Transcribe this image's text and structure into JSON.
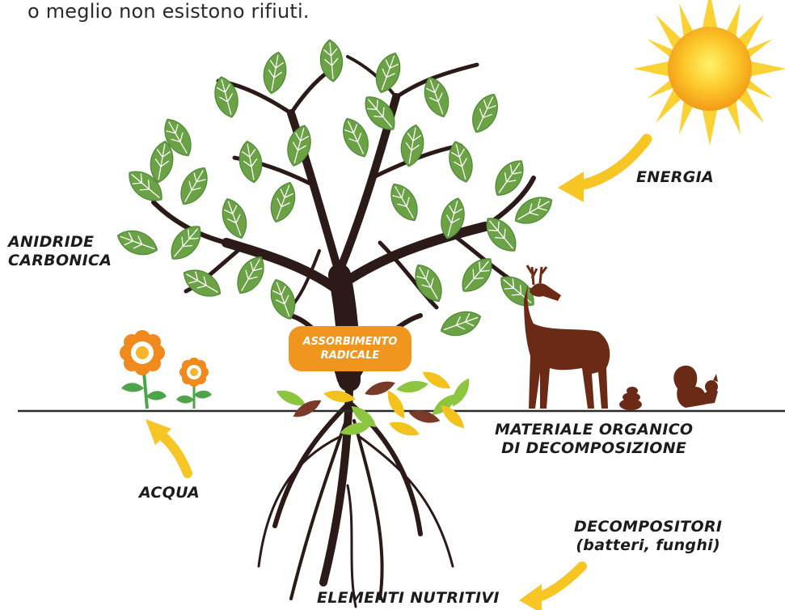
{
  "intro_text": "o meglio non esistono rifiuti.",
  "labels": {
    "energia": "ENERGIA",
    "anidride_line1": "ANIDRIDE",
    "anidride_line2": "CARBONICA",
    "assorbimento_line1": "ASSORBIMENTO",
    "assorbimento_line2": "RADICALE",
    "materiale_line1": "MATERIALE ORGANICO",
    "materiale_line2": "DI DECOMPOSIZIONE",
    "acqua": "ACQUA",
    "decompositori_line1": "DECOMPOSITORI",
    "decompositori_line2": "(batteri, funghi)",
    "elementi": "ELEMENTI NUTRITIVI"
  },
  "colors": {
    "leaf_green": "#6aa245",
    "trunk": "#2b1a17",
    "arrow_yellow": "#f7c624",
    "sun_orange": "#f7a81b",
    "animal_brown": "#6b2a16",
    "flower_orange": "#f08a1c",
    "pill_orange": "#f0961e"
  },
  "icons": [
    "sun-icon",
    "tree-icon",
    "deer-icon",
    "squirrel-icon",
    "droppings-icon",
    "flower-icon",
    "arrow-icon"
  ]
}
